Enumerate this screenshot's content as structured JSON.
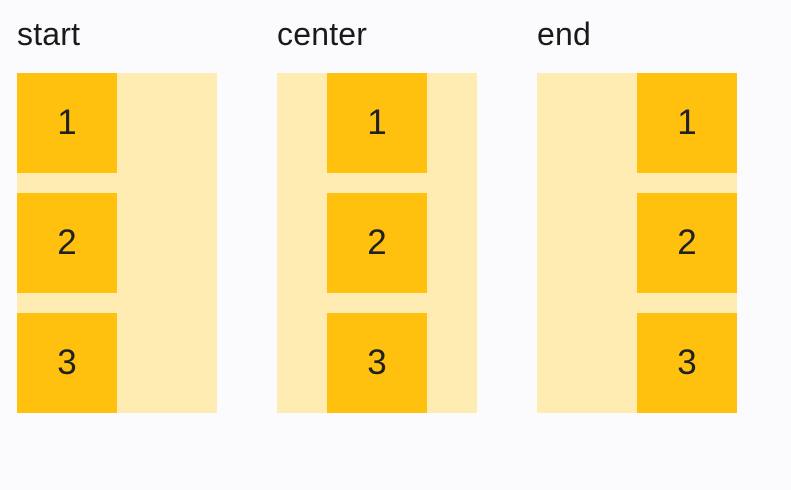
{
  "colors": {
    "page_bg": "#fbfbfd",
    "container_bg": "#ffecb3",
    "item_bg": "#ffc10d",
    "title_text": "#1a1a1a",
    "item_text": "#202124"
  },
  "demos": [
    {
      "title": "start",
      "alignment": "start",
      "items": [
        "1",
        "2",
        "3"
      ]
    },
    {
      "title": "center",
      "alignment": "center",
      "items": [
        "1",
        "2",
        "3"
      ]
    },
    {
      "title": "end",
      "alignment": "end",
      "items": [
        "1",
        "2",
        "3"
      ]
    }
  ]
}
